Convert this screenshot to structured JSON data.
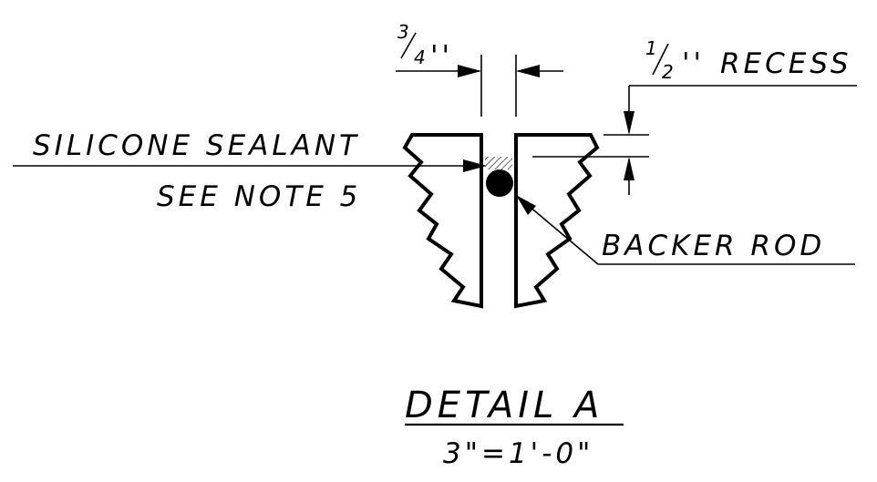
{
  "detail": {
    "title": "DETAIL A",
    "scale": "3\"=1'-0\""
  },
  "dimensions": {
    "joint_width": {
      "numerator": "3",
      "denominator": "4",
      "unit": "''"
    },
    "recess": {
      "numerator": "1",
      "denominator": "2",
      "unit": "''",
      "label": "RECESS"
    }
  },
  "callouts": {
    "sealant_line1": "SILICONE SEALANT",
    "sealant_line2": "SEE NOTE 5",
    "backer_rod": "BACKER ROD"
  }
}
